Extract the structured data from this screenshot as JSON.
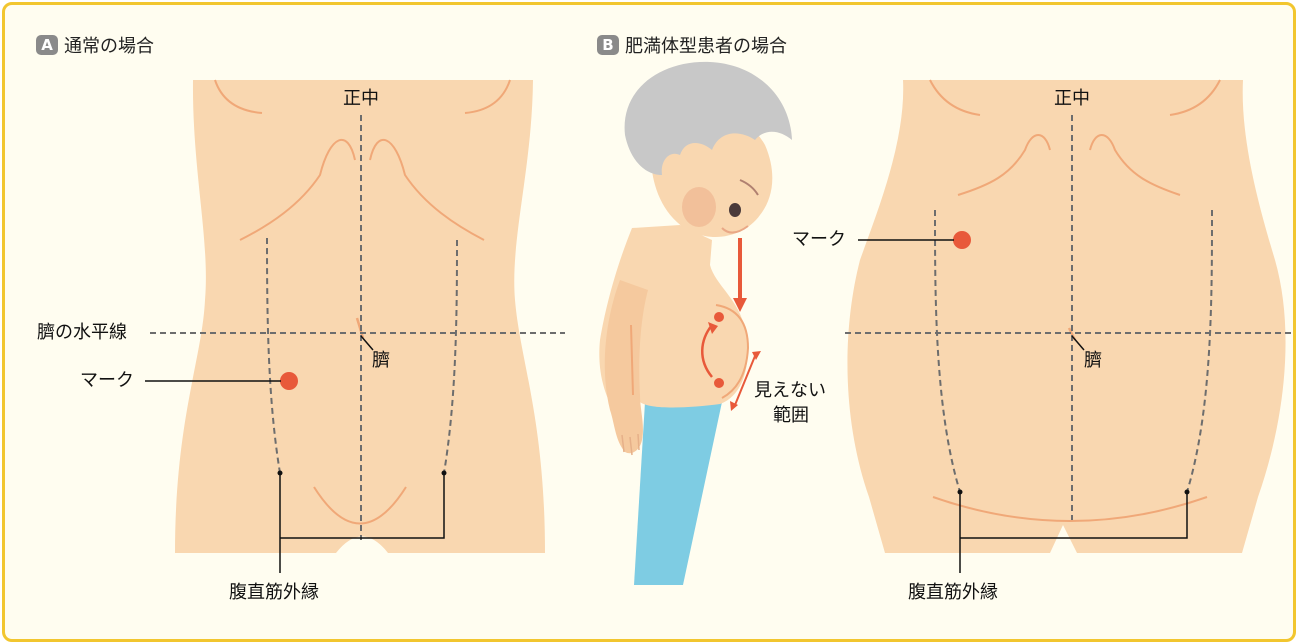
{
  "panel_a": {
    "badge": "A",
    "title": "通常の場合",
    "midline_label": "正中",
    "navel_line_label": "臍の水平線",
    "navel_label": "臍",
    "mark_label": "マーク",
    "rectus_label": "腹直筋外縁"
  },
  "panel_b": {
    "badge": "B",
    "title": "肥満体型患者の場合",
    "hidden_label_line1": "見えない",
    "hidden_label_line2": "範囲",
    "midline_label": "正中",
    "navel_label": "臍",
    "mark_label": "マーク",
    "rectus_label": "腹直筋外縁"
  },
  "colors": {
    "skin": "#f9d7b0",
    "skin_line": "#f0a878",
    "mark": "#e8593a",
    "arrow": "#e8593a",
    "pants": "#7ecce3",
    "hair": "#c8c8c8",
    "frame": "#f2c62f"
  }
}
